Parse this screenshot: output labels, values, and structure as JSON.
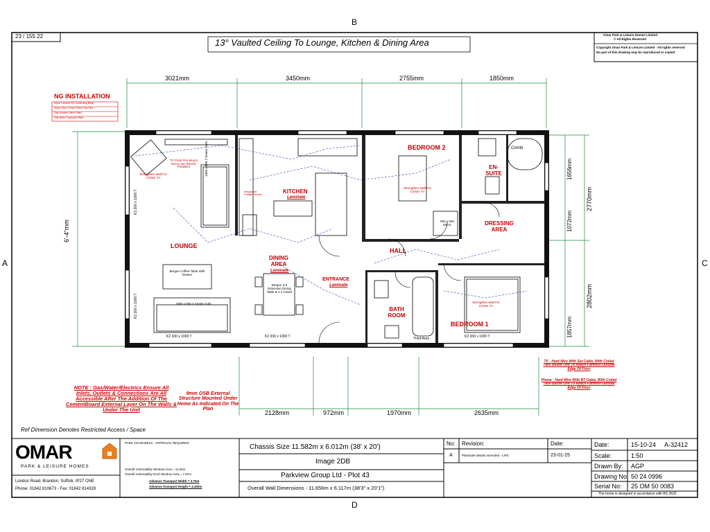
{
  "sheet": {
    "ref": "23 / 155 22",
    "edge_top": "B",
    "edge_bottom": "D",
    "edge_left": "A",
    "edge_right": "C"
  },
  "title": "13° Vaulted Ceiling To Lounge, Kitchen & Dining Area",
  "copyright": {
    "line1": "Omar Park & Leisure Homes Limited",
    "line2": "© All Rights Reserved",
    "line3": "Copyright Omar Park & Leisure Limited - All rights reserved",
    "line4": "No part of this drawing may be reproduced or copied"
  },
  "dimensions": {
    "top": [
      "3021mm",
      "3450mm",
      "2755mm",
      "1850mm"
    ],
    "bottom": [
      "2128mm",
      "972mm",
      "1970mm",
      "2635mm"
    ],
    "left": "6'-4\"mm",
    "right": [
      "2770mm",
      "2802mm"
    ],
    "right_inner": [
      "1656mm",
      "1072mm",
      "1857mm"
    ]
  },
  "ng_installation": {
    "title": "NG INSTALLATION",
    "rows": [
      "Super Ceramic 33 Condensing Boiler",
      "Heavy Duty 1/2inch 22mm Gas Pipe",
      "Gas Isolation Valve Fitted",
      "Gas Meter Cupboard Fitted"
    ]
  },
  "rooms": {
    "lounge": "LOUNGE",
    "kitchen": "KITCHEN",
    "kitchen_floor": "Laminate",
    "dining": "DINING AREA",
    "dining_floor": "Laminate",
    "entrance": "ENTRANCE",
    "entrance_floor": "Laminate",
    "hall": "HALL",
    "bedroom1": "BEDROOM 1",
    "bedroom2": "BEDROOM 2",
    "ensuite": "EN-SUITE",
    "dressing": "DRESSING AREA",
    "bathroom": "BATH ROOM"
  },
  "furniture": {
    "sofa_top": "1860 x 850 3 Seater Sofa",
    "sofa_bottom": "1860 x 850 3 Seater Sofa",
    "coffee_table": "Bergen Coffee Table With Drawer",
    "dining_table": "Bergen 4-6 Extension Dining Table & 4 x Chairs",
    "tv_point": "TV Point Fire Mount Gazco 36\" Electric Fireplace",
    "strengthen_tv": "Strengthen Wall For C/Own TV",
    "bed1_tv": "Strengthen Wall For C/Own TV",
    "bed2_tv": "Strengthen Wall For C/Own TV",
    "fridge": "Integrated Fridge/Freezer",
    "mirror": "800 x 600 Mirror",
    "combi": "Combi",
    "third_area": "Third Area"
  },
  "windows": {
    "lounge_bottom": "K2 330 x 1000 T",
    "dining_bottom": "K2 330 x 1000 T",
    "lounge_left_top": "K2 200 x 1000 T",
    "lounge_left_bottom": "K2 200 x 1000 T",
    "bed1_bottom": "K2 330 x 1000 T"
  },
  "notes": {
    "main": "NOTE : Gas/Water/Electrics Ensure All Inlets, Outlets & Connections Are All Accessible After The Addition Of The CementBoard External Layer On The Walls & Under The Unit",
    "osb": "9mm OSB External Structure Mounted Under Home As Indicated On The Plan",
    "ref_dim": "Ref Dimension Denotes Restricted Access / Space",
    "tv_note": "TV - Hard Wire With Sat Cable, With Coiled Tails Below Unit To Reach Farthest Outside Edge Of Floor",
    "phone_note": "Phone - Hard Wire With BT Cable, With Coiled Tails Below Unit To Reach Farthest Outside Edge Of Floor"
  },
  "title_block": {
    "company_logo": "OMAR",
    "company_sub": "PARK & LEISURE HOMES",
    "address": "London Road, Brandon, Suffolk. IP27 ONE",
    "phone": "Phone: 01842 810673 - Fax: 01842 814328",
    "chassis": "Chassis Size 11.582m x 6.012m (38' x 20')",
    "image": "Image 2DB",
    "customer": "Parkview Group Ltd - Plot 43",
    "overall": "Overall Wall Dimensions - 11.656m x 6.117m (38'3\" x 20'1\")",
    "revision_header": {
      "no": "No:",
      "rev": "Revision:",
      "date": "Date:"
    },
    "revisions": [
      {
        "no": "A",
        "rev": "Plantsuite details amended - LIFE",
        "date": "23-01-25"
      }
    ],
    "date_label": "Date:",
    "date_value": "15-10-24",
    "drawing_ref": "A-32412",
    "scale_label": "Scale:",
    "scale_value": "1:50",
    "drawn_label": "Drawn By:",
    "drawn_value": "AGP",
    "drawing_no_label": "Drawing No:",
    "drawing_no_value": "50 24 0996",
    "serial_label": "Serial No:",
    "serial_value": "25 OM 50 0083",
    "footer": "The home is designed in accordance with BS 3632",
    "mid_note_1": "PARK ON WHEELS - APPROVAL REQUIRED",
    "mid_note_2": "Overall Vulnerability Window Area = 11.52m",
    "mid_note_3": "Overall Vulnerability Roof Window Area = 7.67m",
    "transport_width": "Advance Transport Width = 3.70m",
    "transport_height": "Advance Transport Height = 4.300m"
  }
}
